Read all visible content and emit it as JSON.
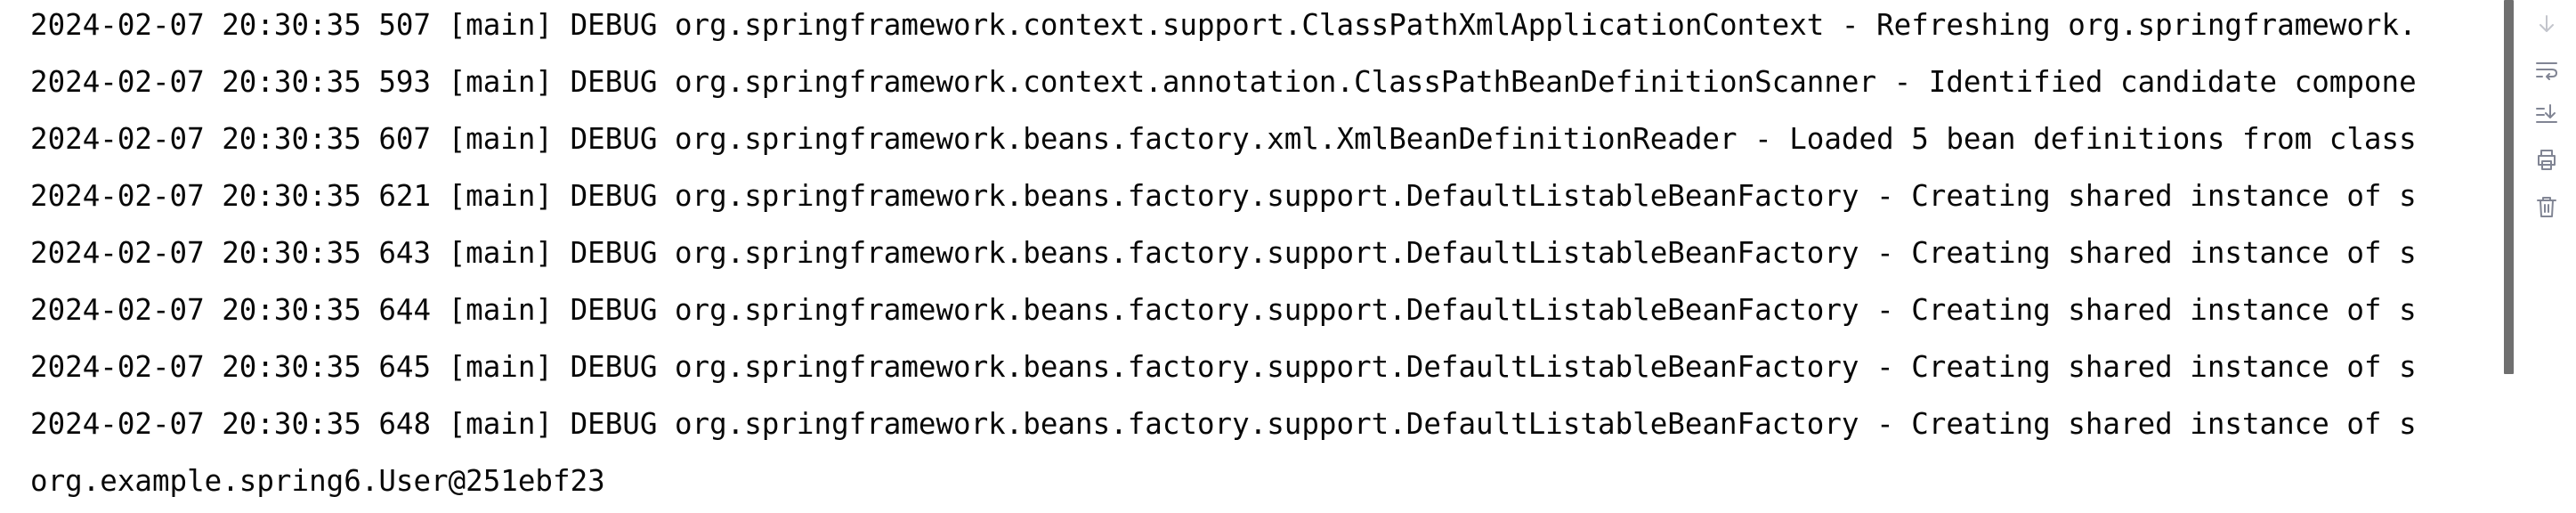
{
  "console": {
    "lines": [
      "2024-02-07 20:30:35 507 [main] DEBUG org.springframework.context.support.ClassPathXmlApplicationContext - Refreshing org.springframework.",
      "2024-02-07 20:30:35 593 [main] DEBUG org.springframework.context.annotation.ClassPathBeanDefinitionScanner - Identified candidate compone",
      "2024-02-07 20:30:35 607 [main] DEBUG org.springframework.beans.factory.xml.XmlBeanDefinitionReader - Loaded 5 bean definitions from class",
      "2024-02-07 20:30:35 621 [main] DEBUG org.springframework.beans.factory.support.DefaultListableBeanFactory - Creating shared instance of s",
      "2024-02-07 20:30:35 643 [main] DEBUG org.springframework.beans.factory.support.DefaultListableBeanFactory - Creating shared instance of s",
      "2024-02-07 20:30:35 644 [main] DEBUG org.springframework.beans.factory.support.DefaultListableBeanFactory - Creating shared instance of s",
      "2024-02-07 20:30:35 645 [main] DEBUG org.springframework.beans.factory.support.DefaultListableBeanFactory - Creating shared instance of s",
      "2024-02-07 20:30:35 648 [main] DEBUG org.springframework.beans.factory.support.DefaultListableBeanFactory - Creating shared instance of s",
      "org.example.spring6.User@251ebf23"
    ]
  },
  "toolbar": {
    "icons": [
      "scroll-up-icon",
      "soft-wrap-icon",
      "scroll-to-end-icon",
      "print-icon",
      "clear-all-icon"
    ]
  },
  "colors": {
    "text": "#080808",
    "background": "#ffffff",
    "scrollbar": "#6f6f6f",
    "icon": "#818594"
  }
}
